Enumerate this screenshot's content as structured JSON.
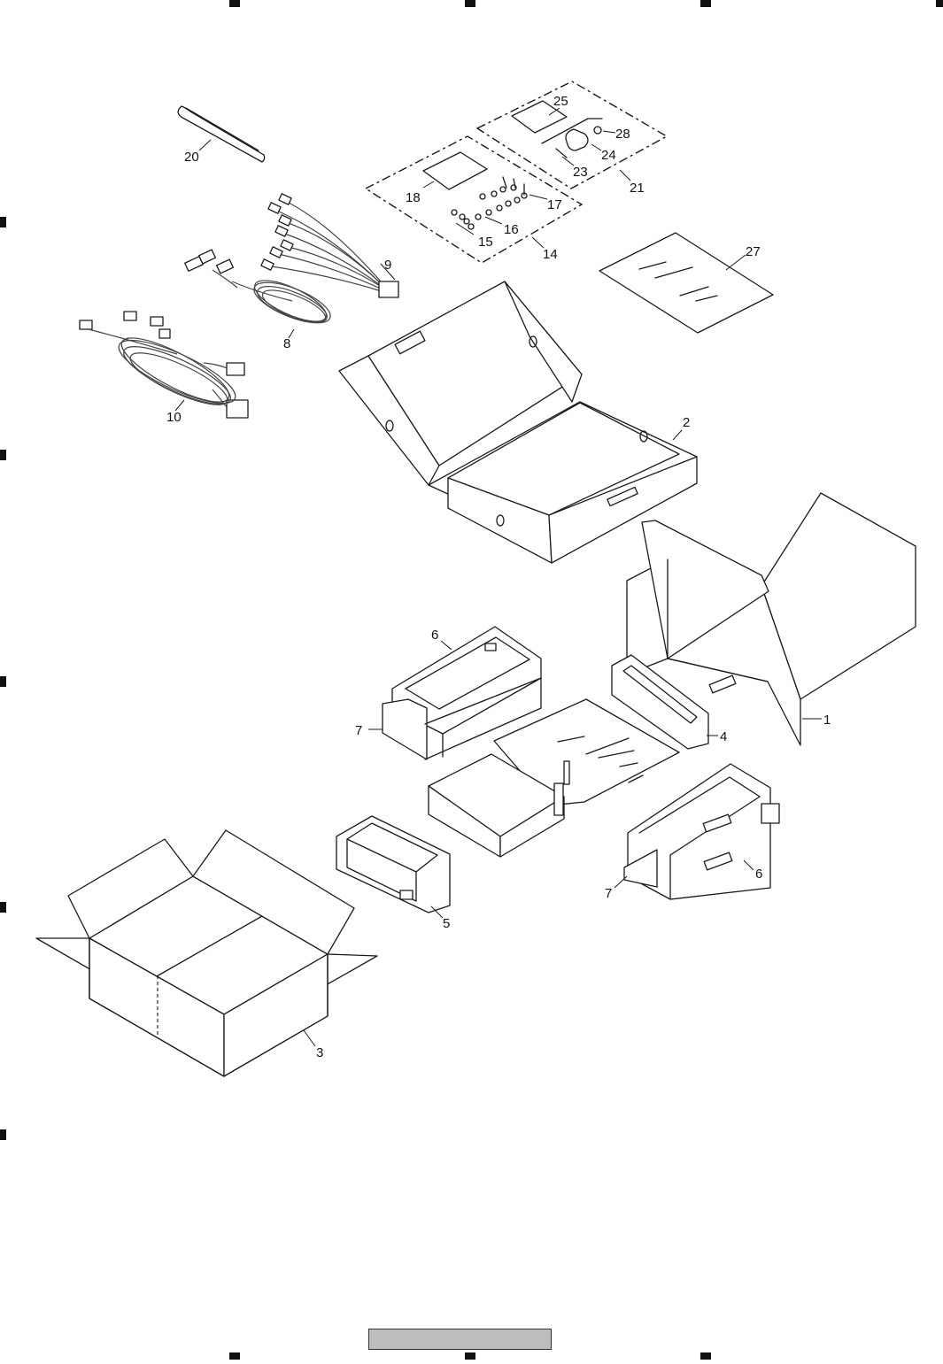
{
  "callouts": [
    {
      "id": "c1",
      "text": "1"
    },
    {
      "id": "c2",
      "text": "2"
    },
    {
      "id": "c3",
      "text": "3"
    },
    {
      "id": "c4",
      "text": "4"
    },
    {
      "id": "c5",
      "text": "5"
    },
    {
      "id": "c6a",
      "text": "6"
    },
    {
      "id": "c6b",
      "text": "6"
    },
    {
      "id": "c7a",
      "text": "7"
    },
    {
      "id": "c7b",
      "text": "7"
    },
    {
      "id": "c8",
      "text": "8"
    },
    {
      "id": "c9",
      "text": "9"
    },
    {
      "id": "c10",
      "text": "10"
    },
    {
      "id": "c14",
      "text": "14"
    },
    {
      "id": "c15",
      "text": "15"
    },
    {
      "id": "c16",
      "text": "16"
    },
    {
      "id": "c17",
      "text": "17"
    },
    {
      "id": "c18",
      "text": "18"
    },
    {
      "id": "c20",
      "text": "20"
    },
    {
      "id": "c21",
      "text": "21"
    },
    {
      "id": "c23",
      "text": "23"
    },
    {
      "id": "c24",
      "text": "24"
    },
    {
      "id": "c25",
      "text": "25"
    },
    {
      "id": "c27",
      "text": "27"
    },
    {
      "id": "c28",
      "text": "28"
    }
  ],
  "colors": {
    "line": "#1a1a1a",
    "footer_box": "#bdbdbd"
  }
}
